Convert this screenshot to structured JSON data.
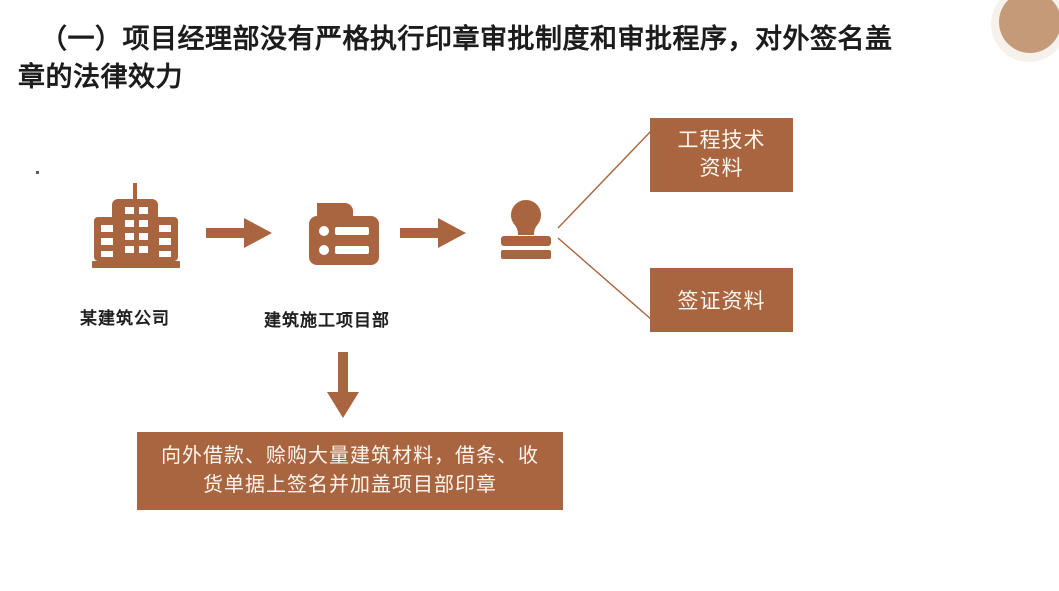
{
  "slide": {
    "title_line_1": "（一）项目经理部没有严格执行印章审批制度和审批程序，对外签名盖",
    "title_line_2": "章的法律效力"
  },
  "colors": {
    "accent_box": "#a9653f",
    "icon": "#a9653f",
    "corner_circle": "#c49a78",
    "corner_halo": "#f7f1ec",
    "title_text": "#1c1c1c",
    "box_text": "#fdf6f0"
  },
  "diagram": {
    "nodes": [
      {
        "id": "company",
        "icon": "building-icon",
        "caption": "某建筑公司"
      },
      {
        "id": "project-dept",
        "icon": "document-list-icon",
        "caption": "建筑施工项目部"
      },
      {
        "id": "seal",
        "icon": "stamp-icon",
        "caption": ""
      }
    ],
    "arrows": [
      {
        "id": "arrow-1",
        "direction": "right"
      },
      {
        "id": "arrow-2",
        "direction": "right"
      },
      {
        "id": "arrow-down",
        "direction": "down"
      }
    ],
    "outcome_boxes": [
      {
        "id": "tech",
        "line_1": "工程技术",
        "line_2": "资料"
      },
      {
        "id": "visa",
        "line_1": "签证资料",
        "line_2": ""
      }
    ],
    "bottom_box": {
      "line_1": "向外借款、赊购大量建筑材料，借条、收",
      "line_2": "货单据上签名并加盖项目部印章"
    }
  }
}
